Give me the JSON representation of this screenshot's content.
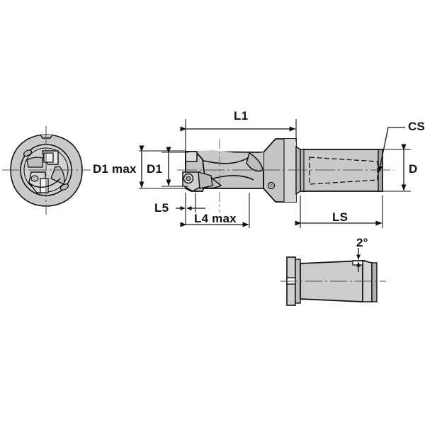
{
  "drawing": {
    "type": "engineering-drawing",
    "subject": "indexable-insert-drill",
    "background_color": "#ffffff",
    "line_color": "#111111",
    "body_fill": "#c4c4c4",
    "body_fill_light": "#d6d6d6",
    "body_fill_dark": "#9a9a9a",
    "views": [
      {
        "name": "end-view",
        "label": ""
      },
      {
        "name": "side-view",
        "label": ""
      },
      {
        "name": "shank-detail-view",
        "label": ""
      }
    ]
  },
  "dimensions": {
    "l1": "L1",
    "d1_max": "D1 max",
    "d1": "D1",
    "l5": "L5",
    "l4_max": "L4 max",
    "ls": "LS",
    "d": "D",
    "cs": "CS",
    "angle": "2°"
  }
}
